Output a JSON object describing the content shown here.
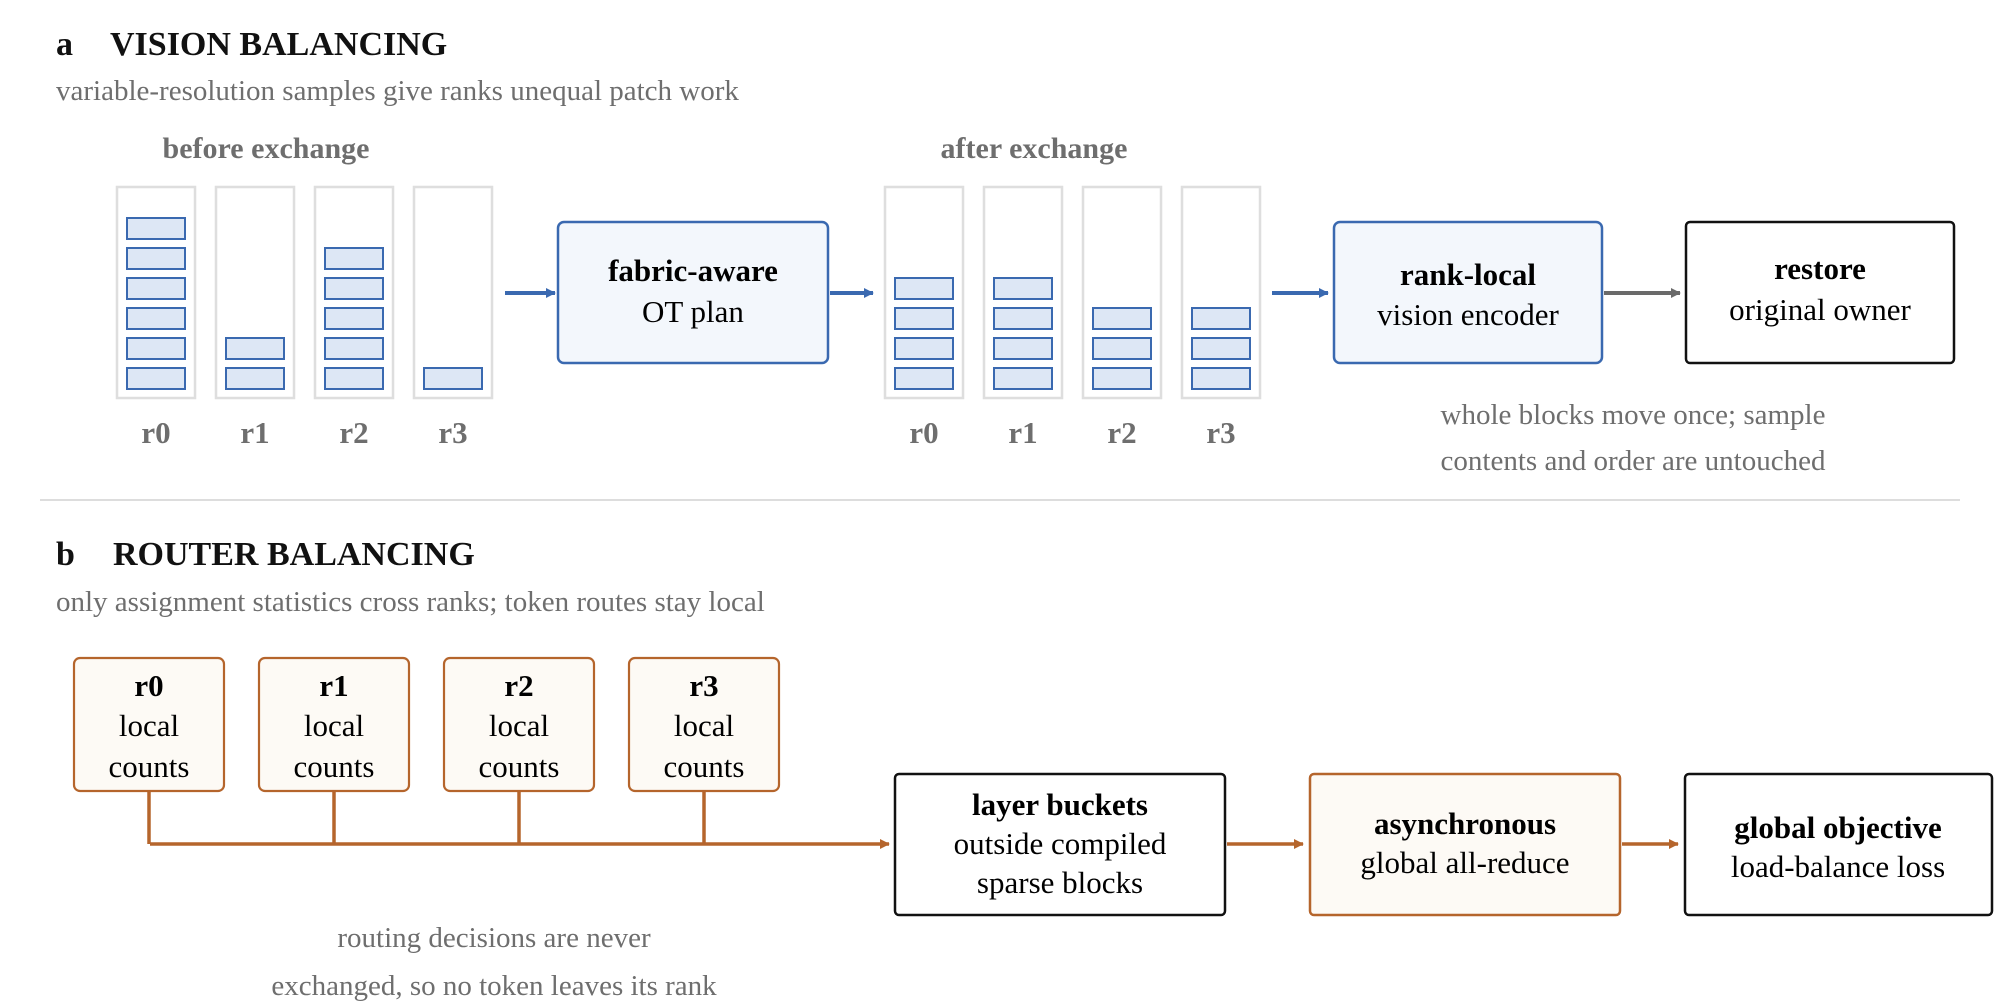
{
  "panel_a": {
    "letter": "a",
    "title": "VISION BALANCING",
    "subtitle": "variable-resolution samples give ranks unequal patch work",
    "before_label": "before exchange",
    "after_label": "after exchange",
    "ranks": [
      "r0",
      "r1",
      "r2",
      "r3"
    ],
    "before_blocks": [
      6,
      2,
      5,
      1
    ],
    "after_blocks": [
      4,
      4,
      3,
      3
    ],
    "ot_box": {
      "line1": "fabric-aware",
      "line2": "OT plan"
    },
    "encoder_box": {
      "line1": "rank-local",
      "line2": "vision encoder"
    },
    "restore_box": {
      "line1": "restore",
      "line2": "original owner"
    },
    "note": [
      "whole blocks move once; sample",
      "contents and order are untouched"
    ]
  },
  "panel_b": {
    "letter": "b",
    "title": "ROUTER BALANCING",
    "subtitle": "only assignment statistics cross ranks; token routes stay local",
    "rank_boxes": [
      {
        "name": "r0",
        "line1": "local",
        "line2": "counts"
      },
      {
        "name": "r1",
        "line1": "local",
        "line2": "counts"
      },
      {
        "name": "r2",
        "line1": "local",
        "line2": "counts"
      },
      {
        "name": "r3",
        "line1": "local",
        "line2": "counts"
      }
    ],
    "bucket_box": {
      "line1": "layer buckets",
      "line2": "outside compiled",
      "line3": "sparse blocks"
    },
    "allreduce_box": {
      "line1": "asynchronous",
      "line2": "global all-reduce"
    },
    "objective_box": {
      "line1": "global objective",
      "line2": "load-balance loss"
    },
    "note": [
      "routing decisions are never",
      "exchanged, so no token leaves its rank"
    ]
  },
  "colors": {
    "blue": "#3a69b0",
    "blue_fill": "#dde7f5",
    "blue_box_fill": "#f3f7fc",
    "orange": "#b5652c",
    "orange_fill": "#fdfaf5",
    "gray_text": "#6e6e6e",
    "gray_arrow": "#6a6a6a"
  }
}
